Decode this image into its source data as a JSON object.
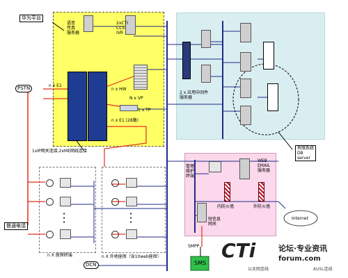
{
  "labels": {
    "huawei_platform": "华为平台",
    "voice_fax_server": "语音\n传真\n服务器",
    "cti_ccs_ivr": "2xCTI\nCCS\nIVR",
    "nxe1_top": "n x E1",
    "nxhw": "n x HW",
    "nxvp": "N x VP",
    "one_tp": "1 x TP",
    "nxe1_28": "n x E1 (28路)",
    "ip_gateway_note": "1xIP网关连接,2xME网线连接",
    "psin": "PSTN",
    "app_middleware": "2 x 应用中间件\n服务器",
    "db_server": "有限系统\nDB\nserver",
    "mgmt_maint": "管理\n维护\n终端",
    "web_email": "WEB\nEMAIL\n服务器",
    "inner_firewall": "内防火墙",
    "outer_firewall": "外防火墙",
    "sms_gateway": "短信息\n网关",
    "internet": "Internet",
    "smpp": "SMPP",
    "sms": "SMS",
    "normal_phone": "普通电话",
    "nx_agents": "n X 座席终端",
    "nx_remote_agents": "n X 外地座席（含10web座席）",
    "dcn": "DCN",
    "dots": "•\n•\n•",
    "watermark_brand": "CTi",
    "watermark_line1": "论坛·专业资讯",
    "watermark_line2": "forum.com",
    "legend_left": "以太网连线",
    "legend_right": "AUSL连线"
  },
  "colors": {
    "yellow_zone": "#ffff66",
    "teal_zone": "#d9eef0",
    "pink_zone": "#fbd8ec",
    "bus_blue": "#1f2a8a",
    "red_line": "#e0301e",
    "sms_green": "#2fbf4a"
  }
}
